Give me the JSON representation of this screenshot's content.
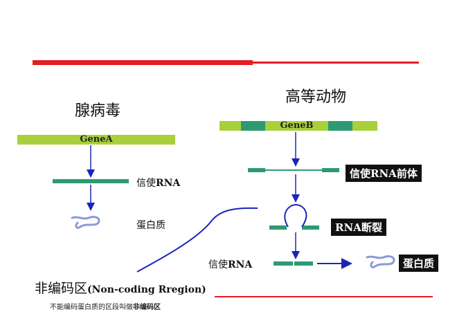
{
  "left": {
    "title": "腺病毒",
    "gene_label": "GeneA",
    "mrna_label": "信使",
    "mrna_label_rna": "RNA",
    "protein_label": "蛋白质"
  },
  "right": {
    "title": "高等动物",
    "gene_label": "GeneB",
    "precursor_label": "信使RNA前体",
    "splicing_label": "RNA断裂",
    "mrna_label": "信使",
    "mrna_label_rna": "RNA",
    "protein_label": "蛋白质"
  },
  "footer": {
    "heading_cn": "非编码区",
    "heading_en": "(Non-coding Rregion)",
    "note_prefix": "不能编码蛋白质的区段叫做",
    "note_bold": "非编码区"
  },
  "colors": {
    "accent_red": "#e31e24",
    "gene_green": "#a8d03a",
    "exon_green": "#2e9a72",
    "arrow_blue": "#1a24b8",
    "protein_blue": "#8a9ad8"
  }
}
